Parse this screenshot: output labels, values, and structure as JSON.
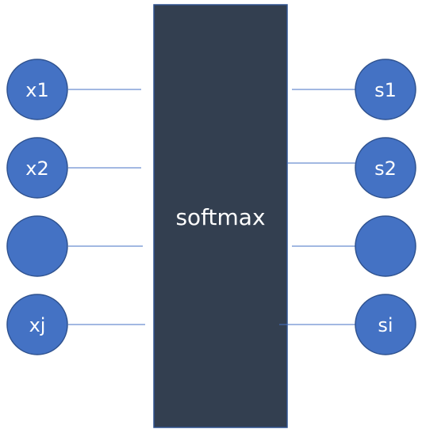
{
  "colors": {
    "node_fill": "#4472c4",
    "node_stroke": "#2f528f",
    "box_fill": "#333f50",
    "box_stroke": "#2f528f",
    "connector": "#4472c4"
  },
  "box": {
    "label": "softmax"
  },
  "inputs": [
    {
      "label": "x1"
    },
    {
      "label": "x2"
    },
    {
      "label": ""
    },
    {
      "label": "xj"
    }
  ],
  "outputs": [
    {
      "label": "s1"
    },
    {
      "label": "s2"
    },
    {
      "label": ""
    },
    {
      "label": "si"
    }
  ]
}
